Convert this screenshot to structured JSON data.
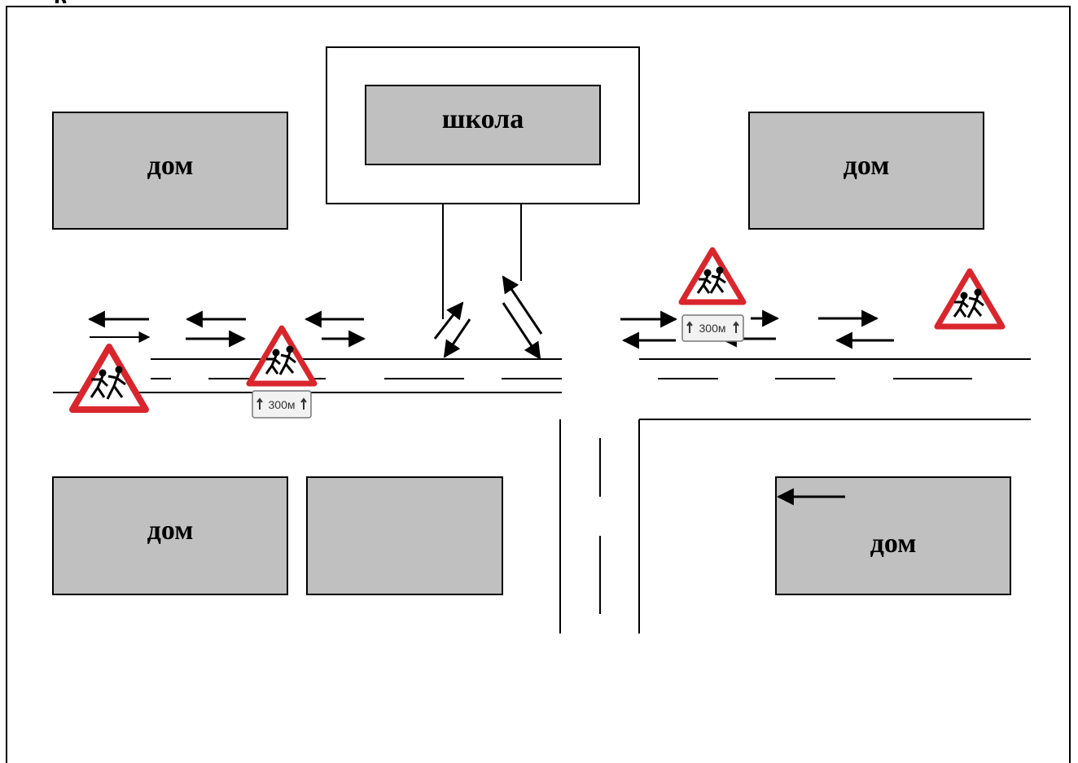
{
  "top_fragment": "р",
  "labels": {
    "school": "школа",
    "house_top_left": "дом",
    "house_top_right": "дом",
    "house_bottom_left": "дом",
    "house_bottom_right": "дом"
  },
  "sign_plates": [
    "300м",
    "300м"
  ],
  "colors": {
    "house_fill": "#c0c0c0",
    "sign_red": "#d9262c",
    "plate_fill": "#f2f2f2"
  }
}
